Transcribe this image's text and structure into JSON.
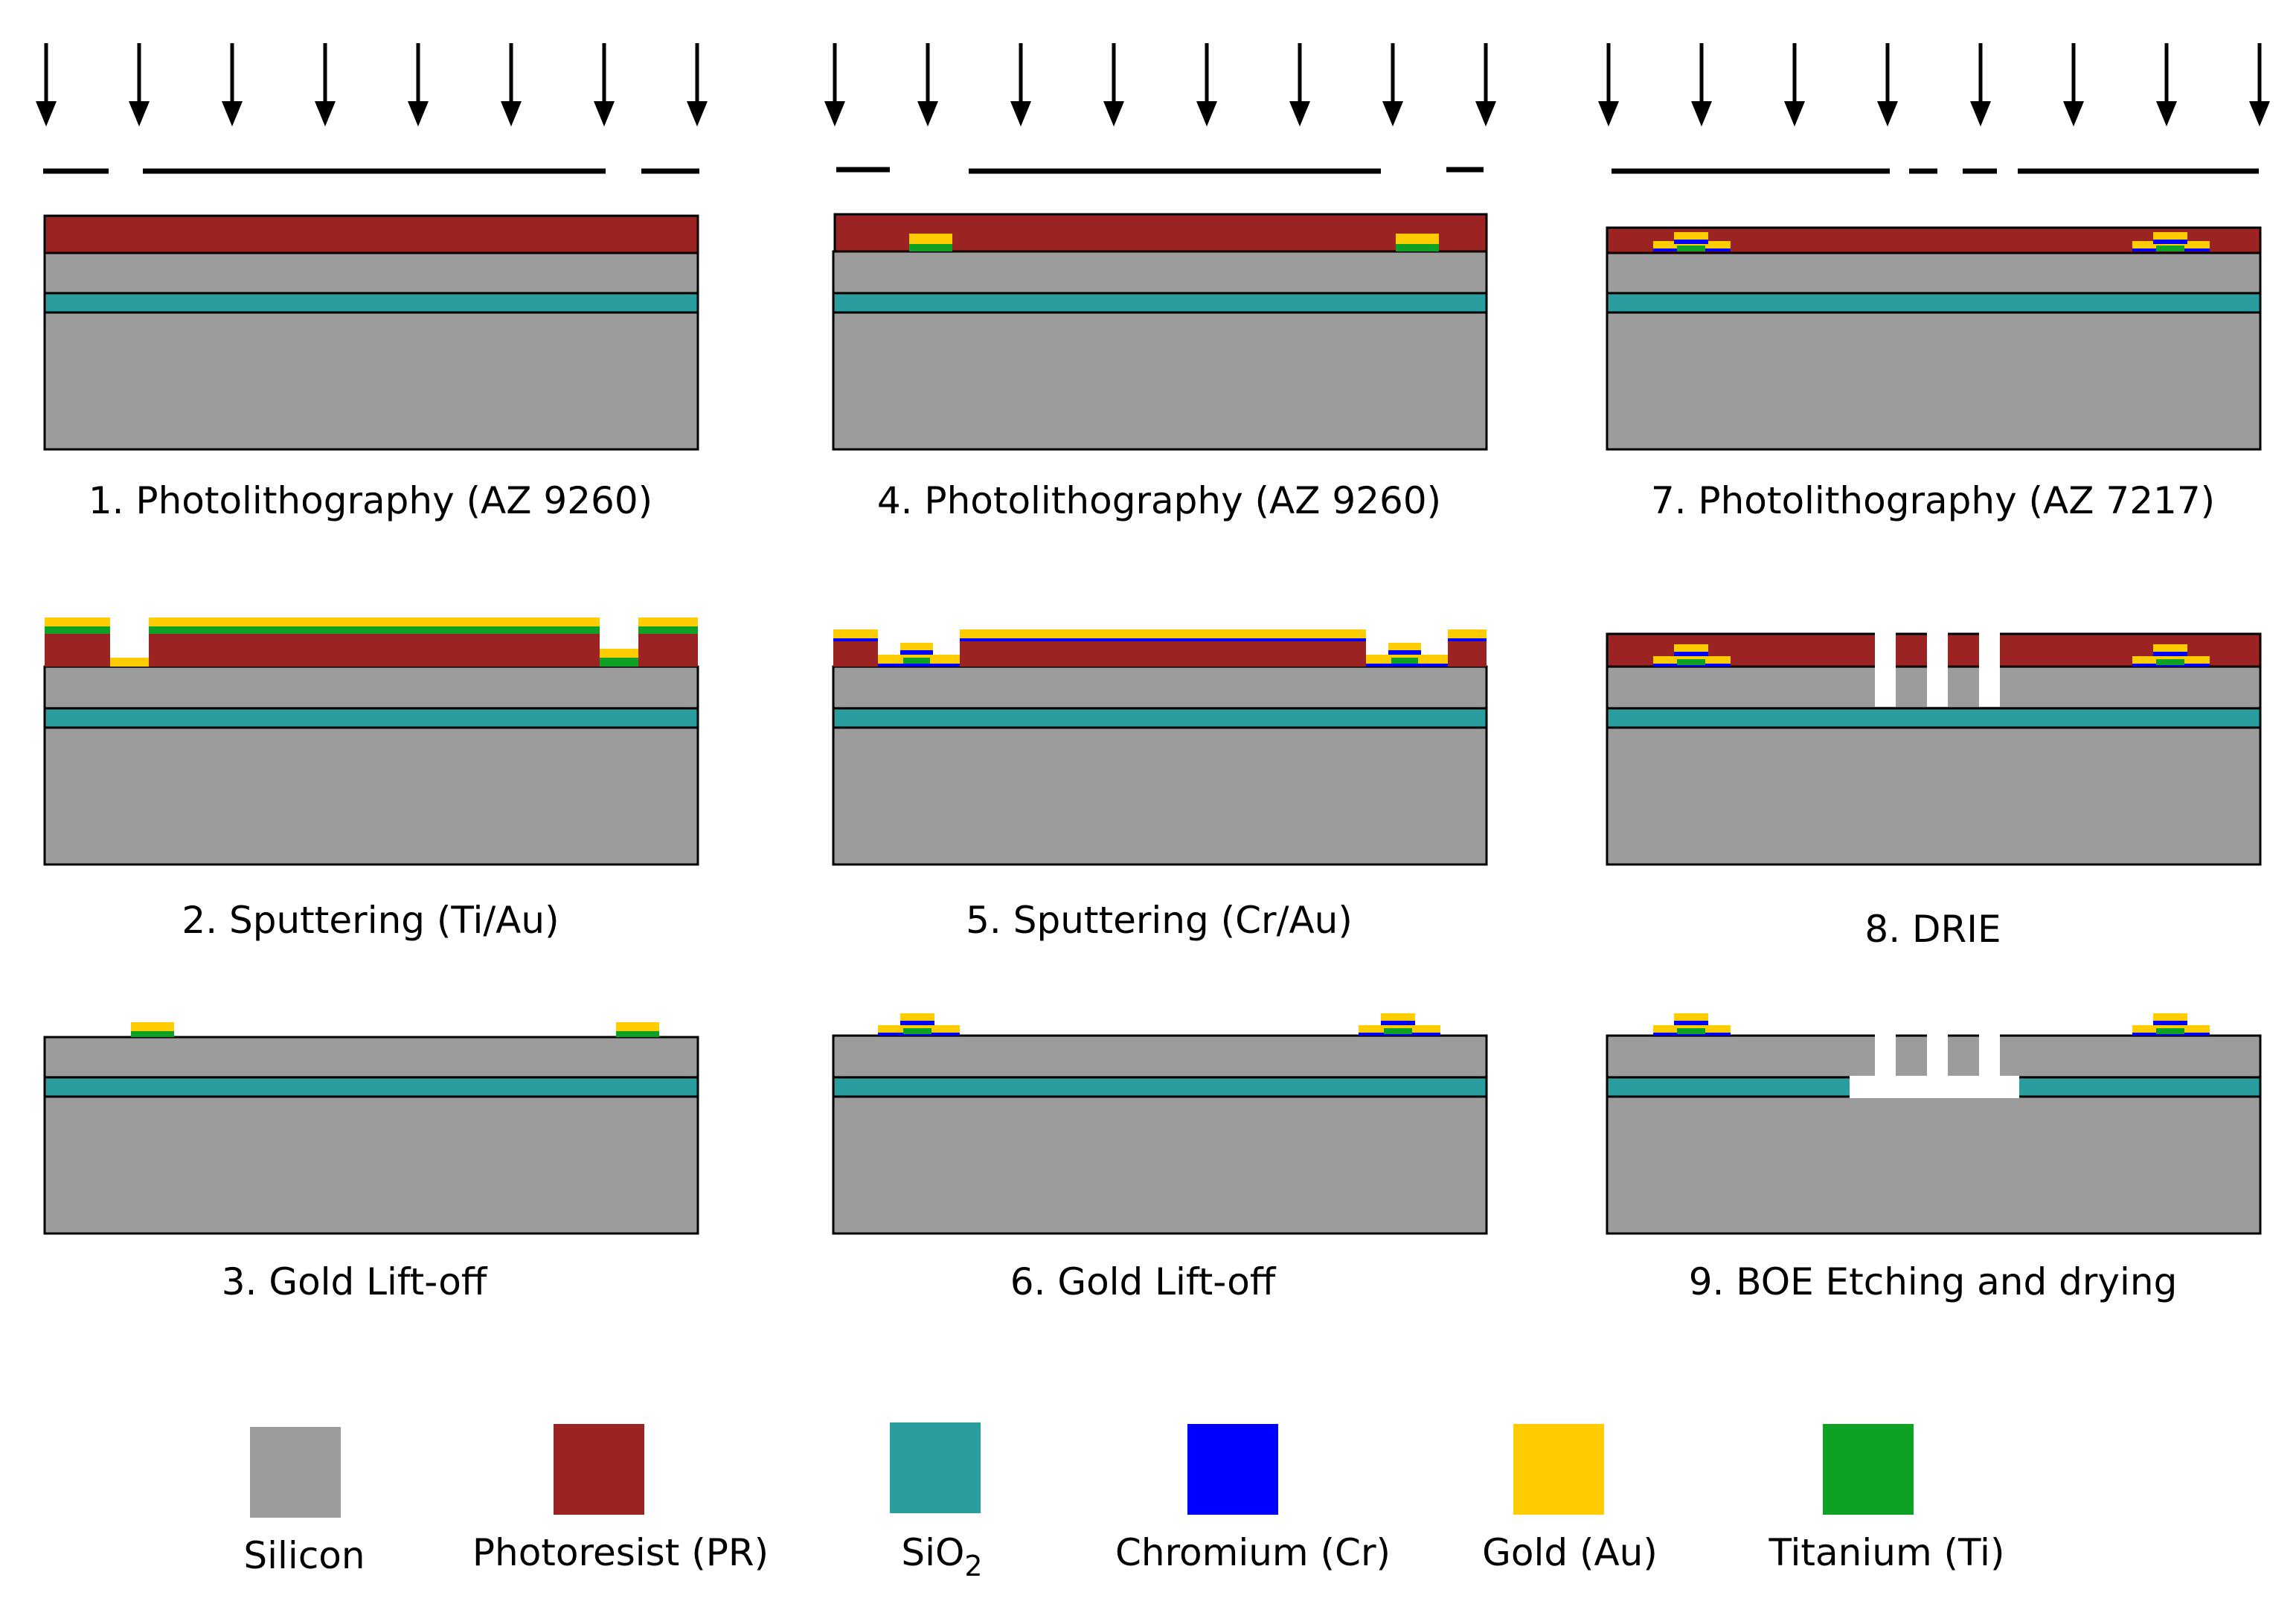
{
  "colors": {
    "silicon": "#9c9c9c",
    "photoresist": "#9b2423",
    "sio2": "#2a9d9e",
    "chromium": "#0000ff",
    "gold": "#ffcc00",
    "titanium": "#0fa123",
    "outline": "#000000",
    "background": "#ffffff"
  },
  "steps": [
    {
      "id": 1,
      "caption": "1. Photolithography (AZ 9260)"
    },
    {
      "id": 4,
      "caption": "4. Photolithography (AZ 9260)"
    },
    {
      "id": 7,
      "caption": "7. Photolithography (AZ 7217)"
    },
    {
      "id": 2,
      "caption": "2. Sputtering (Ti/Au)"
    },
    {
      "id": 5,
      "caption": "5. Sputtering (Cr/Au)"
    },
    {
      "id": 8,
      "caption": "8. DRIE"
    },
    {
      "id": 3,
      "caption": "3. Gold Lift-off"
    },
    {
      "id": 6,
      "caption": "6. Gold Lift-off"
    },
    {
      "id": 9,
      "caption": "9. BOE Etching and drying"
    }
  ],
  "legend": {
    "silicon": "Silicon",
    "photoresist": "Photoresist (PR)",
    "sio2_base": "SiO",
    "sio2_sub": "2",
    "chromium": "Chromium (Cr)",
    "gold": "Gold (Au)",
    "titanium": "Titanium (Ti)"
  }
}
